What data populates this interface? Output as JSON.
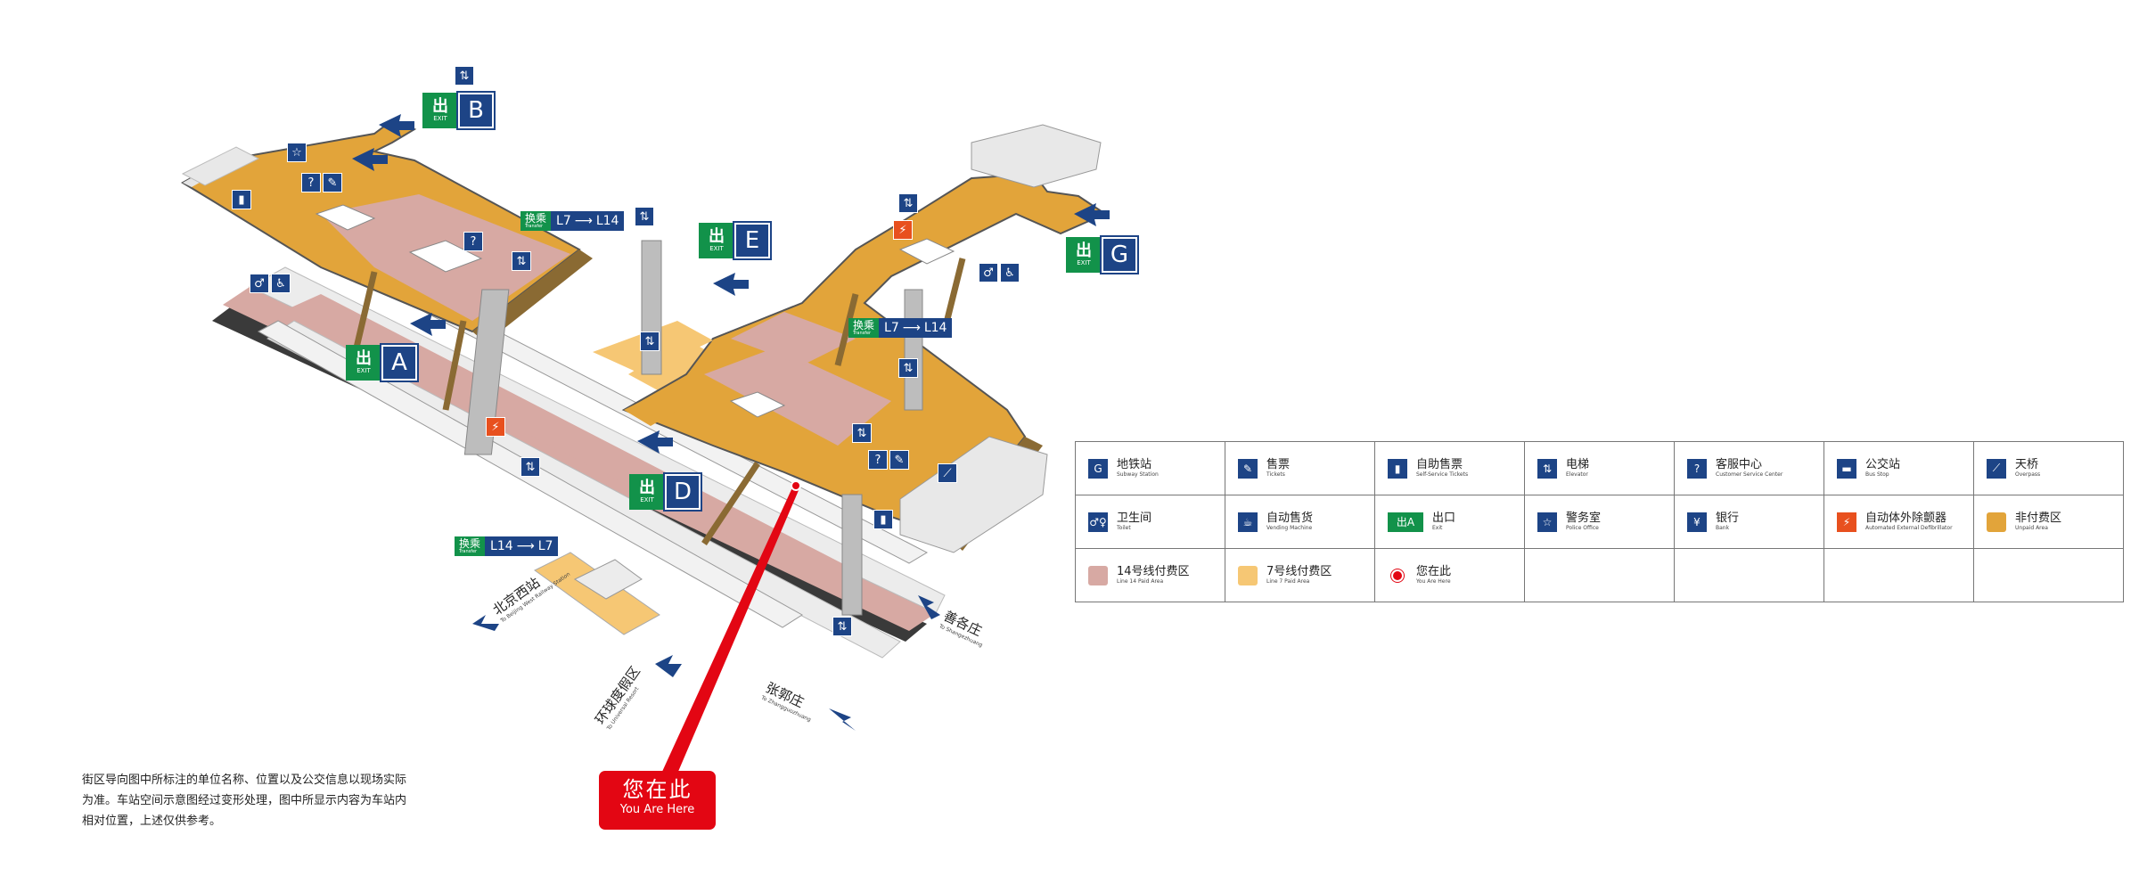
{
  "exits": [
    {
      "letter": "B",
      "word": "EXIT",
      "glyph": "出"
    },
    {
      "letter": "E",
      "word": "EXIT",
      "glyph": "出"
    },
    {
      "letter": "G",
      "word": "EXIT",
      "glyph": "出"
    },
    {
      "letter": "A",
      "word": "EXIT",
      "glyph": "出"
    },
    {
      "letter": "D",
      "word": "EXIT",
      "glyph": "出"
    }
  ],
  "transfers": [
    {
      "cn": "换乘",
      "en": "Transfer",
      "from": "L7",
      "to": "L14"
    },
    {
      "cn": "换乘",
      "en": "Transfer",
      "from": "L7",
      "to": "L14"
    },
    {
      "cn": "换乘",
      "en": "Transfer",
      "from": "L14",
      "to": "L7"
    }
  ],
  "streets": [
    {
      "cn": "北京西站",
      "en": "To Beijing West Railway Station"
    },
    {
      "cn": "环球度假区",
      "en": "To Universal Resort"
    },
    {
      "cn": "张郭庄",
      "en": "To Zhangguozhuang"
    },
    {
      "cn": "善各庄",
      "en": "To Shangezhuang"
    }
  ],
  "aed_label": "AED",
  "legend": [
    [
      {
        "icon": "subway-station-icon",
        "glyph": "G",
        "cn": "地铁站",
        "en": "Subway Station"
      },
      {
        "icon": "tickets-icon",
        "glyph": "✎",
        "cn": "售票",
        "en": "Tickets"
      },
      {
        "icon": "self-service-tickets-icon",
        "glyph": "▮",
        "cn": "自助售票",
        "en": "Self-Service Tickets"
      },
      {
        "icon": "elevator-icon",
        "glyph": "⇅",
        "cn": "电梯",
        "en": "Elevator"
      },
      {
        "icon": "customer-service-icon",
        "glyph": "?",
        "cn": "客服中心",
        "en": "Customer Service Center"
      },
      {
        "icon": "bus-stop-icon",
        "glyph": "▬",
        "cn": "公交站",
        "en": "Bus Stop"
      },
      {
        "icon": "overpass-icon",
        "glyph": "⟋",
        "cn": "天桥",
        "en": "Overpass"
      }
    ],
    [
      {
        "icon": "toilet-icon",
        "glyph": "♂♀",
        "cn": "卫生间",
        "en": "Toilet"
      },
      {
        "icon": "vending-machine-icon",
        "glyph": "☕",
        "cn": "自动售货",
        "en": "Vending Machine"
      },
      {
        "icon": "exit-icon",
        "glyph": "出A",
        "cn": "出口",
        "en": "Exit"
      },
      {
        "icon": "police-office-icon",
        "glyph": "☆",
        "cn": "警务室",
        "en": "Police Office"
      },
      {
        "icon": "bank-icon",
        "glyph": "¥",
        "cn": "银行",
        "en": "Bank"
      },
      {
        "icon": "aed-icon",
        "glyph": "⚡",
        "cn": "自动体外除颤器",
        "en": "Automated External Defibrillator"
      },
      {
        "icon": "unpaid-area-swatch",
        "glyph": "",
        "cn": "非付费区",
        "en": "Unpaid Area"
      }
    ],
    [
      {
        "icon": "line14-paid-area-swatch",
        "glyph": "",
        "cn": "14号线付费区",
        "en": "Line 14 Paid Area"
      },
      {
        "icon": "line7-paid-area-swatch",
        "glyph": "",
        "cn": "7号线付费区",
        "en": "Line 7 Paid Area"
      },
      {
        "icon": "you-are-here-dot-icon",
        "glyph": "",
        "cn": "您在此",
        "en": "You Are Here"
      },
      null,
      null,
      null,
      null
    ]
  ],
  "colors": {
    "unpaid_area": "#e2a43a",
    "line14_paid_area": "#d7a9a3",
    "line7_paid_area": "#f6c774",
    "exit_green": "#12924a",
    "sign_blue": "#1d4486",
    "you_are_here_red": "#e30613",
    "aed_orange": "#e8501e"
  },
  "disclaimer": "街区导向图中所标注的单位名称、位置以及公交信息以现场实际为准。车站空间示意图经过变形处理，图中所显示内容为车站内相对位置，上述仅供参考。",
  "you_are_here": {
    "cn": "您在此",
    "en": "You Are Here"
  }
}
